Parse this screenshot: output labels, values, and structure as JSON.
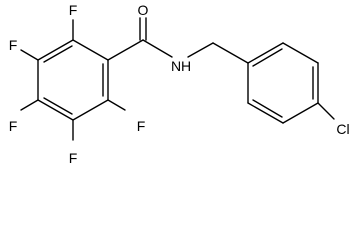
{
  "molecule": {
    "atoms": {
      "o": "O",
      "n": "N",
      "h": "H",
      "cl": "Cl",
      "f_top": "F",
      "f_upper_left": "F",
      "f_lower_left": "F",
      "f_bottom": "F",
      "f_right": "F"
    }
  }
}
